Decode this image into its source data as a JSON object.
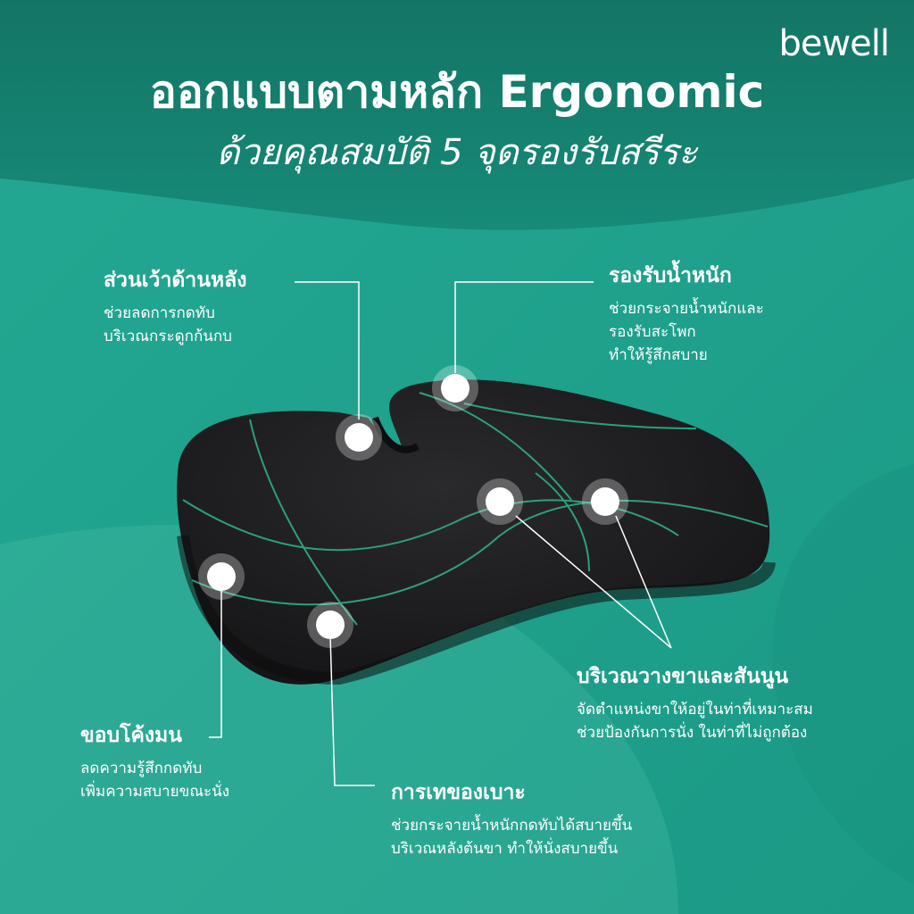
{
  "brand": {
    "logo_text": "bewell"
  },
  "header": {
    "title": "ออกแบบตามหลัก Ergonomic",
    "subtitle": "ด้วยคุณสมบัติ 5 จุดรองรับสรีระ"
  },
  "callouts": [
    {
      "id": "back",
      "title": "ส่วนเว้าด้านหลัง",
      "lines": [
        "ช่วยลดการกดทับ",
        "บริเวณกระดูกก้นกบ"
      ]
    },
    {
      "id": "weight",
      "title": "รองรับน้ำหนัก",
      "lines": [
        "ช่วยกระจายน้ำหนักและ",
        "รองรับสะโพก",
        "ทำให้รู้สึกสบาย"
      ]
    },
    {
      "id": "leg",
      "title": "บริเวณวางขาและสันนูน",
      "lines": [
        "จัดตำแหน่งขาให้อยู่ในท่าที่เหมาะสม",
        "ช่วยป้องกันการนั่ง ในท่าที่ไม่ถูกต้อง"
      ]
    },
    {
      "id": "edge",
      "title": "ขอบโค้งมน",
      "lines": [
        "ลดความรู้สึกกดทับ",
        "เพิ่มความสบายขณะนั่ง"
      ]
    },
    {
      "id": "tilt",
      "title": "การเทของเบาะ",
      "lines": [
        "ช่วยกระจายน้ำหนักกดทับได้สบายขึ้น",
        "บริเวณหลังต้นขา ทำให้นั่งสบายขึ้น"
      ]
    }
  ],
  "colors": {
    "background_top": "#157f70",
    "background_main": "#1fa390",
    "cushion": "#1d1d1f",
    "cushion_lines": "#2fae86",
    "marker": "#ffffff",
    "text": "#ffffff"
  }
}
